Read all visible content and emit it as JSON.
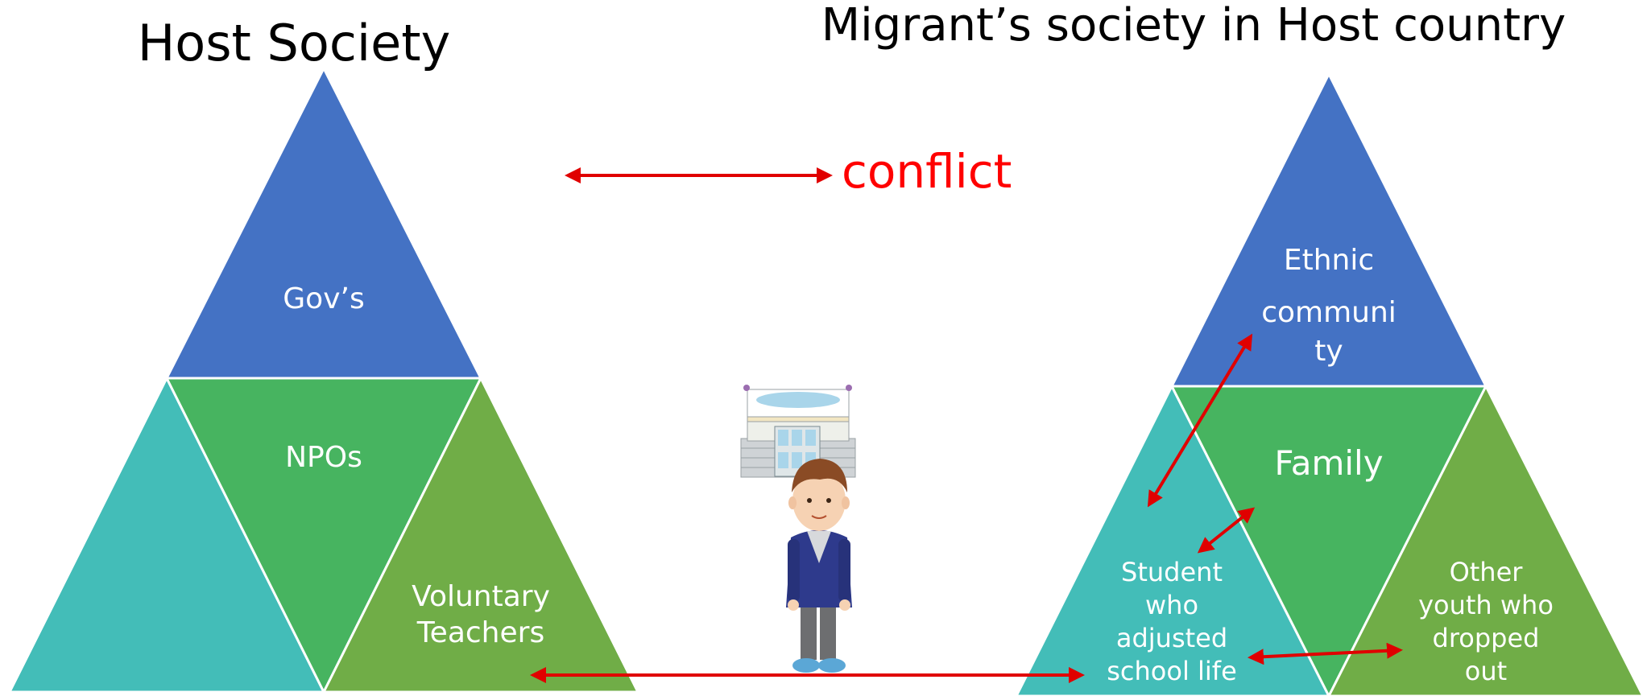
{
  "titles": {
    "left": "Host Society",
    "right": "Migrant’s society in Host country"
  },
  "legend": {
    "conflict_label": "conflict",
    "conflict_color": "#ff0000"
  },
  "colors": {
    "blue": "#4472c4",
    "teal": "#43bdb8",
    "green": "#47b460",
    "olive": "#70ad47",
    "arrow": "#e00000"
  },
  "left_pyramid": {
    "top": "Gov’s",
    "middle": "NPOs",
    "bottom_right": [
      "Voluntary",
      "Teachers"
    ]
  },
  "right_pyramid": {
    "top": [
      "Ethnic",
      "communi",
      "ty"
    ],
    "middle": "Family",
    "bottom_left": [
      "Student",
      "who",
      "adjusted",
      "school life"
    ],
    "bottom_right": [
      "Other",
      "youth who",
      "dropped",
      "out"
    ]
  },
  "illustrations": {
    "school": "school-building-icon",
    "student": "student-boy-icon"
  }
}
